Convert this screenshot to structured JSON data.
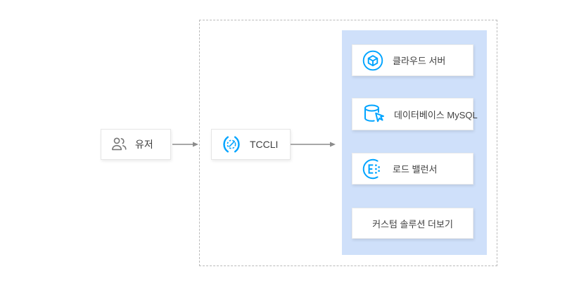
{
  "diagram": {
    "user": {
      "label": "유저"
    },
    "tccli": {
      "label": "TCCLI"
    },
    "services": [
      {
        "label": "클라우드 서버",
        "icon": "cloud-server-icon"
      },
      {
        "label": "데이터베이스 MySQL",
        "icon": "database-mysql-icon"
      },
      {
        "label": "로드 밸런서",
        "icon": "load-balancer-icon"
      },
      {
        "label": "커스텀 솔루션 더보기",
        "icon": ""
      }
    ]
  },
  "colors": {
    "accent_blue": "#00a4ff",
    "panel_blue": "#cfe0fa",
    "arrow_gray": "#8c8c8c",
    "dashed_border": "#bbbbbb",
    "text": "#404040",
    "user_icon_gray": "#777777"
  }
}
